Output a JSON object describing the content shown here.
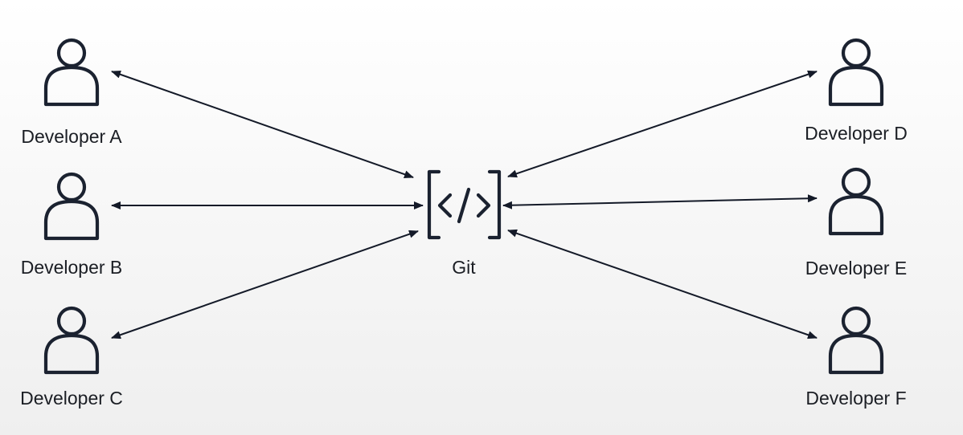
{
  "diagram": {
    "hub": {
      "label": "Git",
      "icon": "code-icon"
    },
    "developers": [
      {
        "id": "a",
        "label": "Developer A",
        "icon": "user-icon"
      },
      {
        "id": "b",
        "label": "Developer B",
        "icon": "user-icon"
      },
      {
        "id": "c",
        "label": "Developer C",
        "icon": "user-icon"
      },
      {
        "id": "d",
        "label": "Developer D",
        "icon": "user-icon"
      },
      {
        "id": "e",
        "label": "Developer E",
        "icon": "user-icon"
      },
      {
        "id": "f",
        "label": "Developer F",
        "icon": "user-icon"
      }
    ],
    "connections": [
      {
        "from": "git",
        "to": "a",
        "bidirectional": true
      },
      {
        "from": "git",
        "to": "b",
        "bidirectional": true
      },
      {
        "from": "git",
        "to": "c",
        "bidirectional": true
      },
      {
        "from": "git",
        "to": "d",
        "bidirectional": true
      },
      {
        "from": "git",
        "to": "e",
        "bidirectional": true
      },
      {
        "from": "git",
        "to": "f",
        "bidirectional": true
      }
    ],
    "colors": {
      "stroke": "#1b2230",
      "text": "#1b1e24",
      "background": "#f6f6f6"
    }
  }
}
